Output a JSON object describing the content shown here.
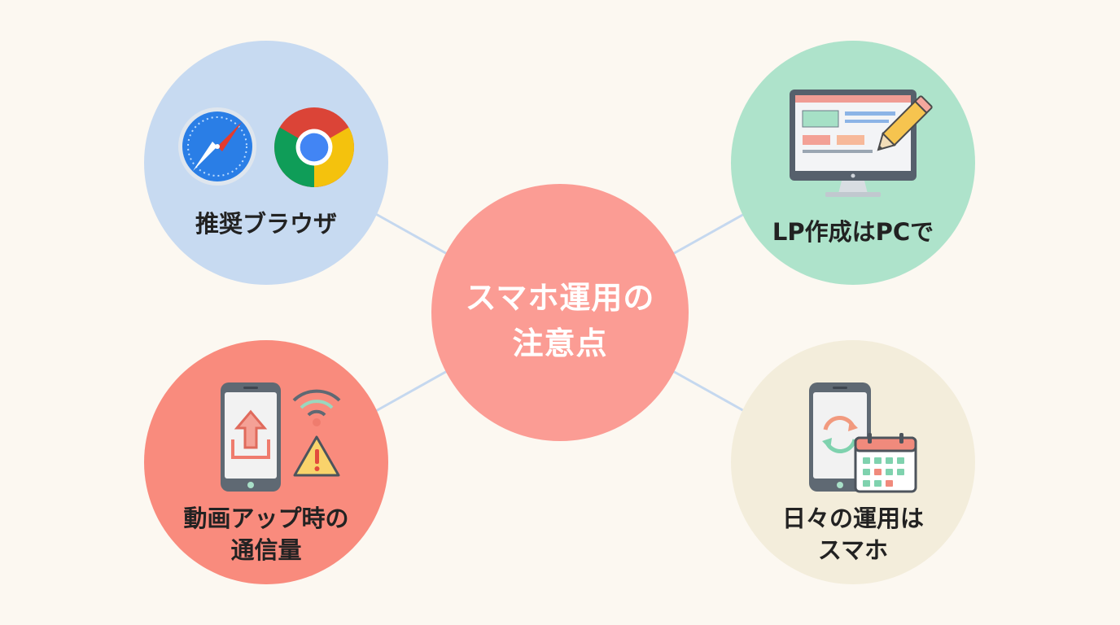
{
  "center": {
    "title": "スマホ運用の\n注意点"
  },
  "nodes": {
    "top_left": {
      "label": "推奨ブラウザ",
      "icons": [
        "safari-icon",
        "chrome-icon"
      ]
    },
    "top_right": {
      "label": "LP作成はPCで",
      "icons": [
        "desktop-monitor-icon",
        "pencil-icon"
      ]
    },
    "bottom_left": {
      "label": "動画アップ時の\n通信量",
      "icons": [
        "smartphone-upload-icon",
        "wifi-icon",
        "warning-icon"
      ]
    },
    "bottom_right": {
      "label": "日々の運用は\nスマホ",
      "icons": [
        "smartphone-sync-icon",
        "calendar-icon"
      ]
    }
  },
  "colors": {
    "background": "#fcf8f1",
    "center": "#fb9c94",
    "top_left": "#c7daf1",
    "top_right": "#aee3cb",
    "bottom_left": "#f98b7d",
    "bottom_right": "#f3eddb",
    "connector": "#c5d8ef"
  }
}
